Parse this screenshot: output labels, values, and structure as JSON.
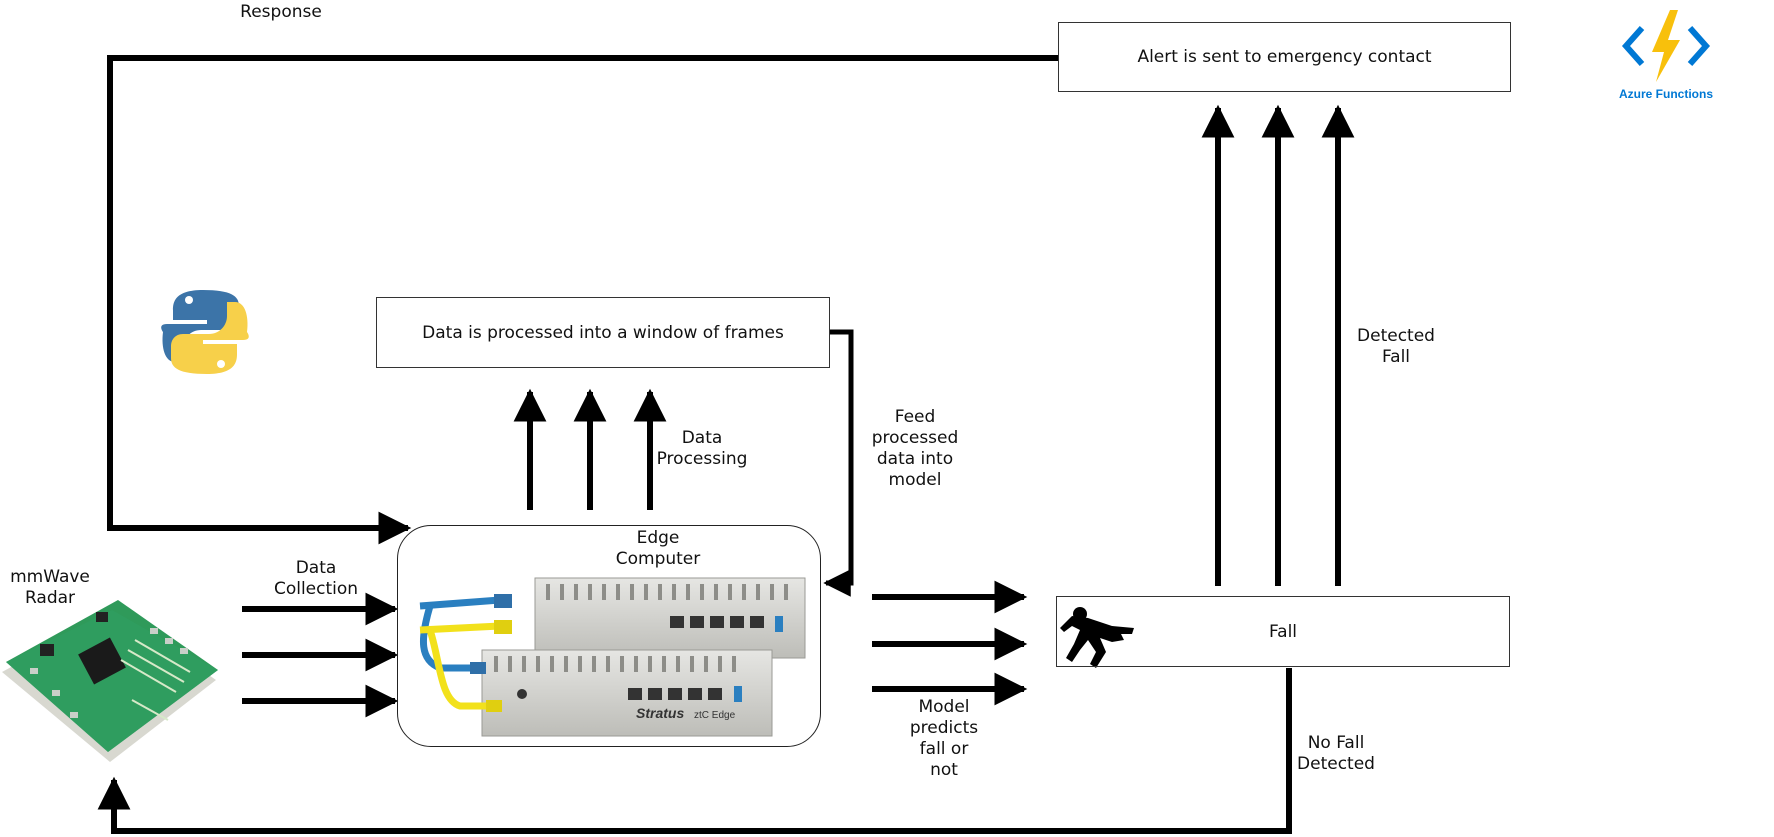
{
  "labels": {
    "response": "Response",
    "alert_box": "Alert is sent to emergency contact",
    "process_box": "Data is processed into a window of frames",
    "data_processing": "Data\nProcessing",
    "feed_model": "Feed\nprocessed\ndata into\nmodel",
    "detected_fall": "Detected\nFall",
    "edge_computer": "Edge\nComputer",
    "data_collection": "Data\nCollection",
    "mmwave_radar": "mmWave\nRadar",
    "fall_box": "Fall",
    "model_predicts": "Model\npredicts\nfall or\nnot",
    "no_fall": "No Fall\nDetected"
  },
  "logos": {
    "azure_functions_text": "Azure Functions",
    "stratus_text": "Stratus",
    "stratus_sub": "ztC Edge"
  },
  "colors": {
    "arrow": "#000000",
    "azure_blue": "#0078d4",
    "azure_bolt": "#f8c00c",
    "python_blue": "#3c74a8",
    "python_yellow": "#f7d04a",
    "pcb_green": "#2f9a5a",
    "cable_blue": "#2a7fc0",
    "cable_yellow": "#f2e11b"
  },
  "icons": [
    "azure-functions-icon",
    "python-icon",
    "radar-board-icon",
    "edge-computer-icon",
    "falling-person-icon"
  ]
}
